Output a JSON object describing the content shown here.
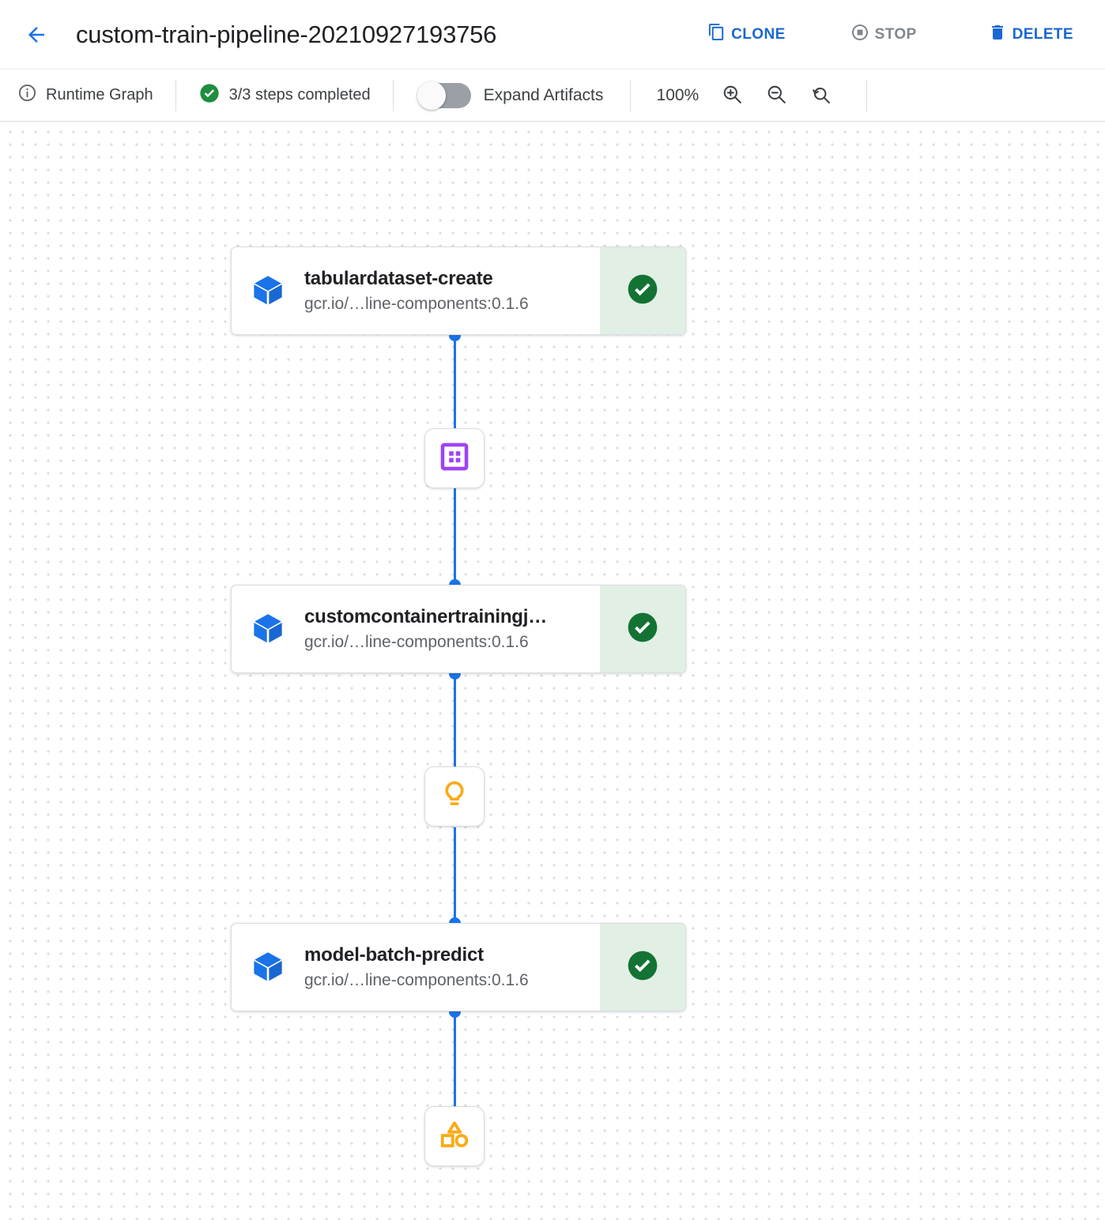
{
  "header": {
    "back_icon": "arrow-back-icon",
    "title": "custom-train-pipeline-20210927193756",
    "actions": [
      {
        "label": "CLONE",
        "icon": "clone-icon",
        "state": "enabled",
        "color": "#1967d2"
      },
      {
        "label": "STOP",
        "icon": "stop-icon",
        "state": "disabled",
        "color": "#80868b"
      },
      {
        "label": "DELETE",
        "icon": "trash-icon",
        "state": "enabled",
        "color": "#1967d2"
      }
    ]
  },
  "toolbar": {
    "runtime_graph": {
      "label": "Runtime Graph",
      "icon": "info-icon"
    },
    "steps_status": {
      "label": "3/3 steps completed",
      "icon": "check-circle-icon",
      "color": "#1e8e3e"
    },
    "expand_artifacts": {
      "label": "Expand Artifacts",
      "checked": false
    },
    "zoom_level": "100%",
    "zoom_in": {
      "icon": "zoom-in-icon"
    },
    "zoom_out": {
      "icon": "zoom-out-icon"
    },
    "zoom_reset": {
      "icon": "zoom-reset-icon"
    }
  },
  "graph": {
    "nodes": [
      {
        "title": "tabulardataset-create",
        "subtitle": "gcr.io/…line-components:0.1.6",
        "icon": "cube-icon",
        "status": "succeeded",
        "status_icon": "check-circle-icon"
      },
      {
        "title": "customcontainertrainingj…",
        "subtitle": "gcr.io/…line-components:0.1.6",
        "icon": "cube-icon",
        "status": "succeeded",
        "status_icon": "check-circle-icon"
      },
      {
        "title": "model-batch-predict",
        "subtitle": "gcr.io/…line-components:0.1.6",
        "icon": "cube-icon",
        "status": "succeeded",
        "status_icon": "check-circle-icon"
      }
    ],
    "artifacts": [
      {
        "icon": "dataset-icon",
        "color": "#a142f4"
      },
      {
        "icon": "lightbulb-icon",
        "color": "#fbaa17"
      },
      {
        "icon": "shapes-icon",
        "color": "#fbaa17"
      }
    ]
  },
  "colors": {
    "accent_blue": "#1a73e8",
    "link_blue": "#1967d2",
    "success_green": "#137333",
    "success_bg": "#e2efe5",
    "disabled_gray": "#80868b",
    "dot_grid": "#dcdcdc"
  }
}
